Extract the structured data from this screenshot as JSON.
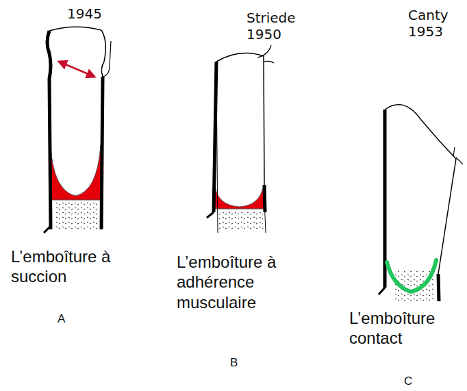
{
  "diagram": {
    "labels": [
      "1945",
      "Striede 1950",
      "Canty 1953",
      "L’emboîture à succion",
      "L’emboîture à adhérence musculaire",
      "L’emboîture contact",
      "A",
      "B",
      "C"
    ]
  }
}
